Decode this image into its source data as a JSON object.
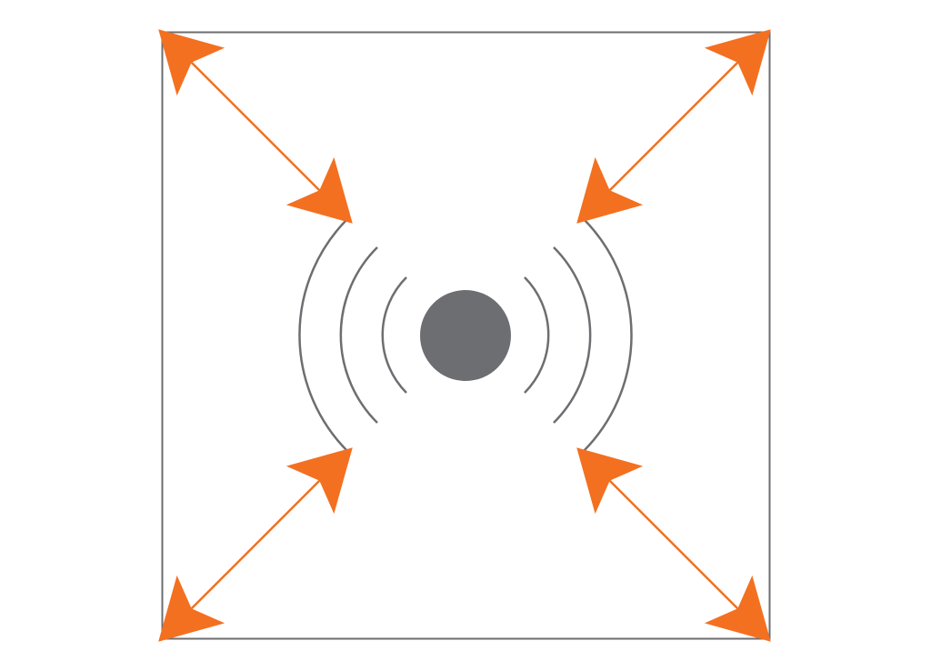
{
  "colors": {
    "background": "#ffffff",
    "frame": "#6d6e71",
    "source": "#6d6e71",
    "waves": "#6d6e71",
    "arrows": "#f37021"
  },
  "diagram": {
    "frame_icon": "square-frame",
    "source_icon": "sound-source-dot",
    "waves": {
      "rings_per_side": 3,
      "sides": [
        "left",
        "right"
      ]
    },
    "arrows": [
      {
        "name": "arrow-top-left",
        "icon": "double-headed-arrow",
        "direction": "top-left"
      },
      {
        "name": "arrow-top-right",
        "icon": "double-headed-arrow",
        "direction": "top-right"
      },
      {
        "name": "arrow-bottom-left",
        "icon": "double-headed-arrow",
        "direction": "bottom-left"
      },
      {
        "name": "arrow-bottom-right",
        "icon": "double-headed-arrow",
        "direction": "bottom-right"
      }
    ]
  }
}
